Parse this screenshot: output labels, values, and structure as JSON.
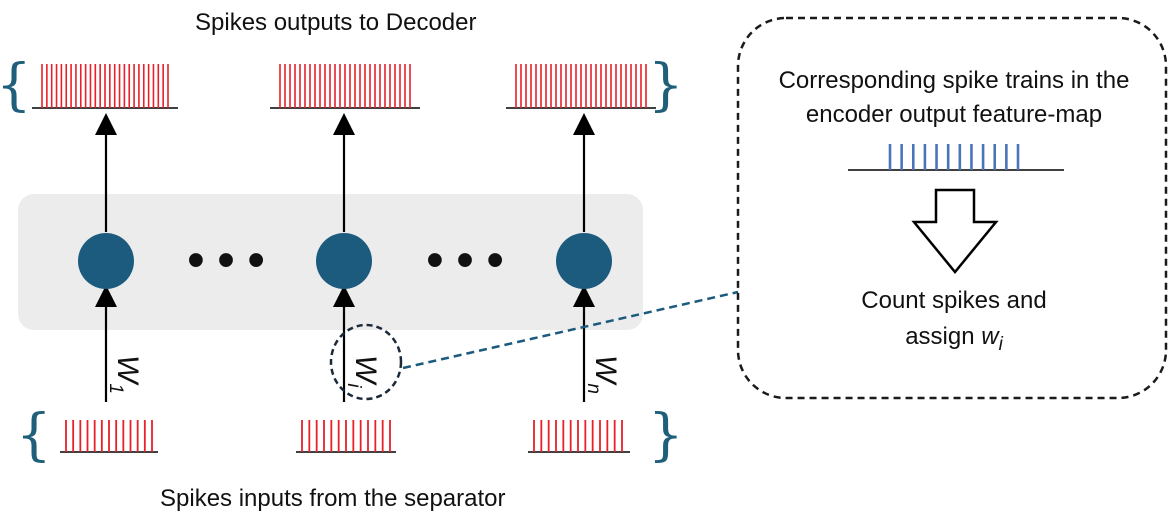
{
  "labels": {
    "top": "Spikes outputs to Decoder",
    "bottom": "Spikes inputs from the separator",
    "box_line1": "Corresponding spike trains in the",
    "box_line2": "encoder output feature-map",
    "box_line3": "Count spikes and",
    "box_line4": "assign ",
    "box_w": "w",
    "box_w_sub": "i"
  },
  "weights": [
    {
      "base": "W",
      "sub": "1"
    },
    {
      "base": "W",
      "sub": "i"
    },
    {
      "base": "W",
      "sub": "n"
    }
  ],
  "ellipsis": [
    "• • •",
    "• • •"
  ],
  "braces": {
    "open": "{",
    "close": "}"
  },
  "colors": {
    "spike_red": "#e8202a",
    "spike_blue": "#4a74b8",
    "neuron": "#1c5b7e",
    "panel": "#ececec",
    "connector": "#1c5b7e",
    "brace": "#1f5f7a"
  },
  "spike_trains": {
    "output_spike_count": 27,
    "input_spike_count": 13,
    "feature_map_spike_count": 12
  }
}
